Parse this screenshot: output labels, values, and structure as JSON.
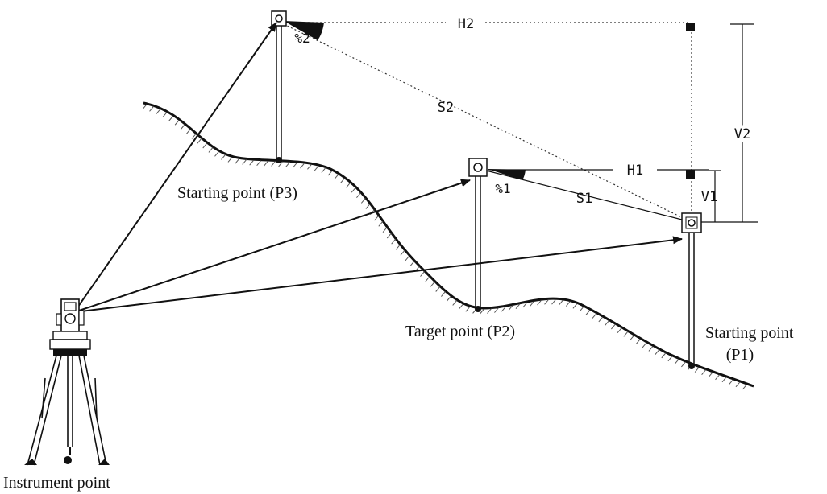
{
  "labels": {
    "p3": "Starting point (P3)",
    "p2": "Target point (P2)",
    "p1_line1": "Starting point",
    "p1_line2": "(P1)",
    "instrument": "Instrument point",
    "h2": "H2",
    "h1": "H1",
    "s2": "S2",
    "s1": "S1",
    "v2": "V2",
    "v1": "V1",
    "pct2": "%2",
    "pct1": "%1"
  }
}
